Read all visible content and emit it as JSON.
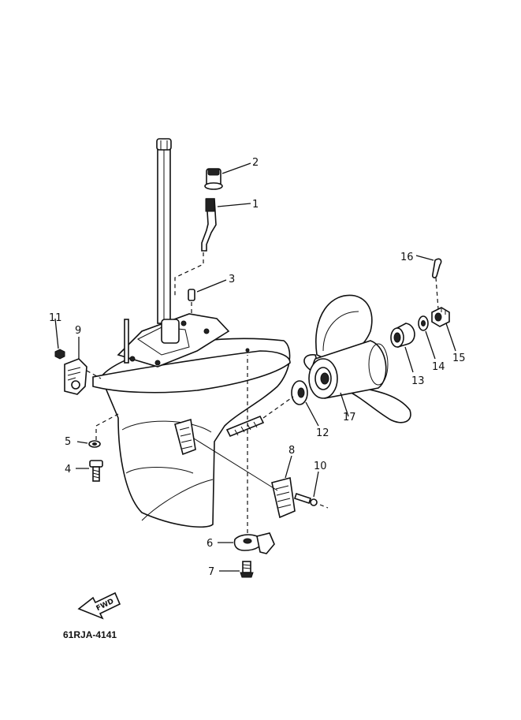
{
  "diagram": {
    "drawing_code": "61RJA-4141",
    "fwd_label": "FWD",
    "callouts": [
      {
        "id": "1",
        "label": "1"
      },
      {
        "id": "2",
        "label": "2"
      },
      {
        "id": "3",
        "label": "3"
      },
      {
        "id": "4",
        "label": "4"
      },
      {
        "id": "5",
        "label": "5"
      },
      {
        "id": "6",
        "label": "6"
      },
      {
        "id": "7",
        "label": "7"
      },
      {
        "id": "8",
        "label": "8"
      },
      {
        "id": "9",
        "label": "9"
      },
      {
        "id": "10",
        "label": "10"
      },
      {
        "id": "11",
        "label": "11"
      },
      {
        "id": "12",
        "label": "12"
      },
      {
        "id": "13",
        "label": "13"
      },
      {
        "id": "14",
        "label": "14"
      },
      {
        "id": "15",
        "label": "15"
      },
      {
        "id": "16",
        "label": "16"
      },
      {
        "id": "17",
        "label": "17"
      }
    ]
  }
}
